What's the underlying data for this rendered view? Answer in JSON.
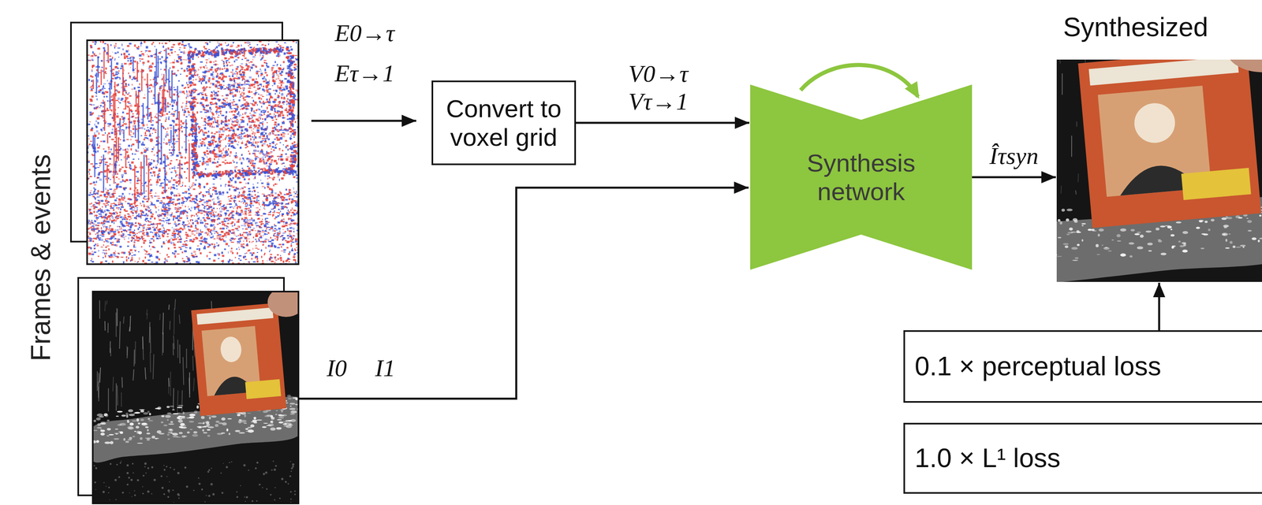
{
  "diagram": {
    "nodes": [
      {
        "text": [
          "Convert to voxel grid"
        ]
      },
      {
        "text": [
          "Synthesis network"
        ]
      },
      {
        "text": [
          "Synthesized"
        ]
      },
      {
        "text": [
          "0.1 × perceptual loss"
        ]
      },
      {
        "text": [
          "1.0 × L¹ loss"
        ]
      }
    ],
    "edges": [
      {
        "from": 0,
        "to": 1,
        "label": "V0→τ Vτ→1",
        "arrow": "to"
      },
      {
        "from": 1,
        "to": 2,
        "label": "Îτsyn",
        "arrow": "to"
      },
      {
        "from": 3,
        "to": 2,
        "arrow": "to"
      }
    ],
    "labels": [
      "Frames & events",
      "E0→τ",
      "Eτ→1",
      "I0",
      "I1"
    ]
  }
}
